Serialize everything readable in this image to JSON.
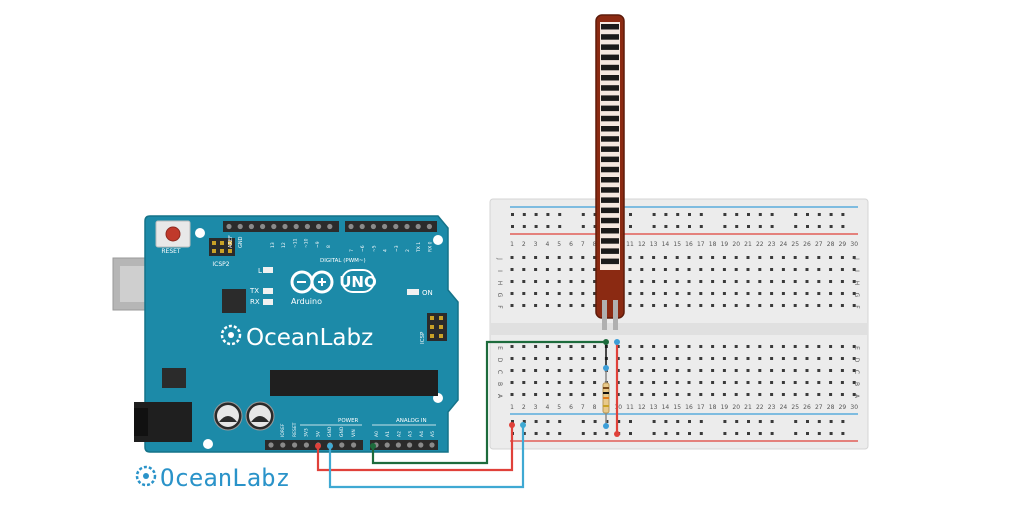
{
  "arduino": {
    "reset_label": "RESET",
    "icsp2_label": "ICSP2",
    "l_label": "L",
    "tx_label": "TX",
    "rx_label": "RX",
    "on_label": "ON",
    "brand_label": "Arduino",
    "uno_label": "UNO",
    "digital_label": "DIGITAL (PWM~)",
    "aref_label": "AREF",
    "gnd_label": "GND",
    "icsp_label": "ICSP",
    "power_label": "POWER",
    "analog_label": "ANALOG IN",
    "power_pins": [
      "IOREF",
      "RESET",
      "3V3",
      "5V",
      "GND",
      "GND",
      "VIN"
    ],
    "analog_pins": [
      "A0",
      "A1",
      "A2",
      "A3",
      "A4",
      "A5"
    ],
    "digital_pins_left": [
      "13",
      "12",
      "~11",
      "~10",
      "~9",
      "8"
    ],
    "digital_pins_right": [
      "7",
      "~6",
      "~5",
      "4",
      "~3",
      "2",
      "TX 1",
      "RX 0"
    ],
    "board_brand_text": "OceanLabz"
  },
  "breadboard": {
    "column_numbers": [
      "1",
      "2",
      "3",
      "4",
      "5",
      "6",
      "7",
      "8",
      "9",
      "10",
      "11",
      "12",
      "13",
      "14",
      "15",
      "16",
      "17",
      "18",
      "19",
      "20",
      "21",
      "22",
      "23",
      "24",
      "25",
      "26",
      "27",
      "28",
      "29",
      "30"
    ],
    "top_row_letters": [
      "J",
      "I",
      "H",
      "G",
      "F"
    ],
    "bottom_row_letters": [
      "E",
      "D",
      "C",
      "B",
      "A"
    ]
  },
  "logo": {
    "text": "OceanLabz"
  },
  "colors": {
    "board": "#1c8aa8",
    "board_edge": "#157389",
    "breadboard": "#ececec",
    "rail_red": "#e0413a",
    "rail_blue": "#3c9ed8",
    "wire_green": "#1d6b3c",
    "wire_red": "#e0413a",
    "wire_blue": "#3fa9d3",
    "flex_sensor": "#8b2a12",
    "brand_blue": "#2a93c9"
  }
}
